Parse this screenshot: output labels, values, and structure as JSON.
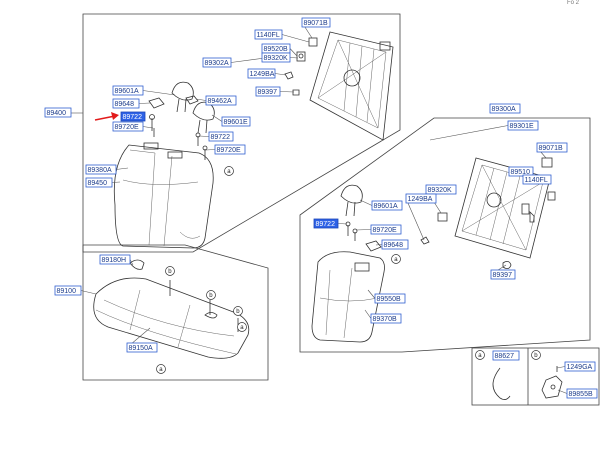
{
  "page": {
    "corner_text": "Fo 2"
  },
  "parts": {
    "p89400": "89400",
    "p89071B_a": "89071B",
    "p1140FL_a": "1140FL",
    "p89520B": "89520B",
    "p89320K_a": "89320K",
    "p89302A": "89302A",
    "p1249BA_a": "1249BA",
    "p89397_a": "89397",
    "p89601A_a": "89601A",
    "p89648_a": "89648",
    "p89462A": "89462A",
    "p89722_a": "89722",
    "p89720E_a": "89720E",
    "p89601E": "89601E",
    "p89722_b": "89722",
    "p89720E_b": "89720E",
    "p89380A": "89380A",
    "p89450": "89450",
    "p89300A": "89300A",
    "p89301E": "89301E",
    "p89071B_b": "89071B",
    "p89510": "89510",
    "p1140FL_b": "1140FL",
    "p89320K_b": "89320K",
    "p1249BA_b": "1249BA",
    "p89601A_b": "89601A",
    "p89722_c": "89722",
    "p89720E_c": "89720E",
    "p89648_b": "89648",
    "p89397_b": "89397",
    "p89550B": "89550B",
    "p89370B": "89370B",
    "p89180H": "89180H",
    "p89100": "89100",
    "p89150A": "89150A",
    "p88627": "88627",
    "p1249GA": "1249GA",
    "p89855B": "89855B"
  },
  "callouts": {
    "a": "a",
    "b": "b"
  }
}
